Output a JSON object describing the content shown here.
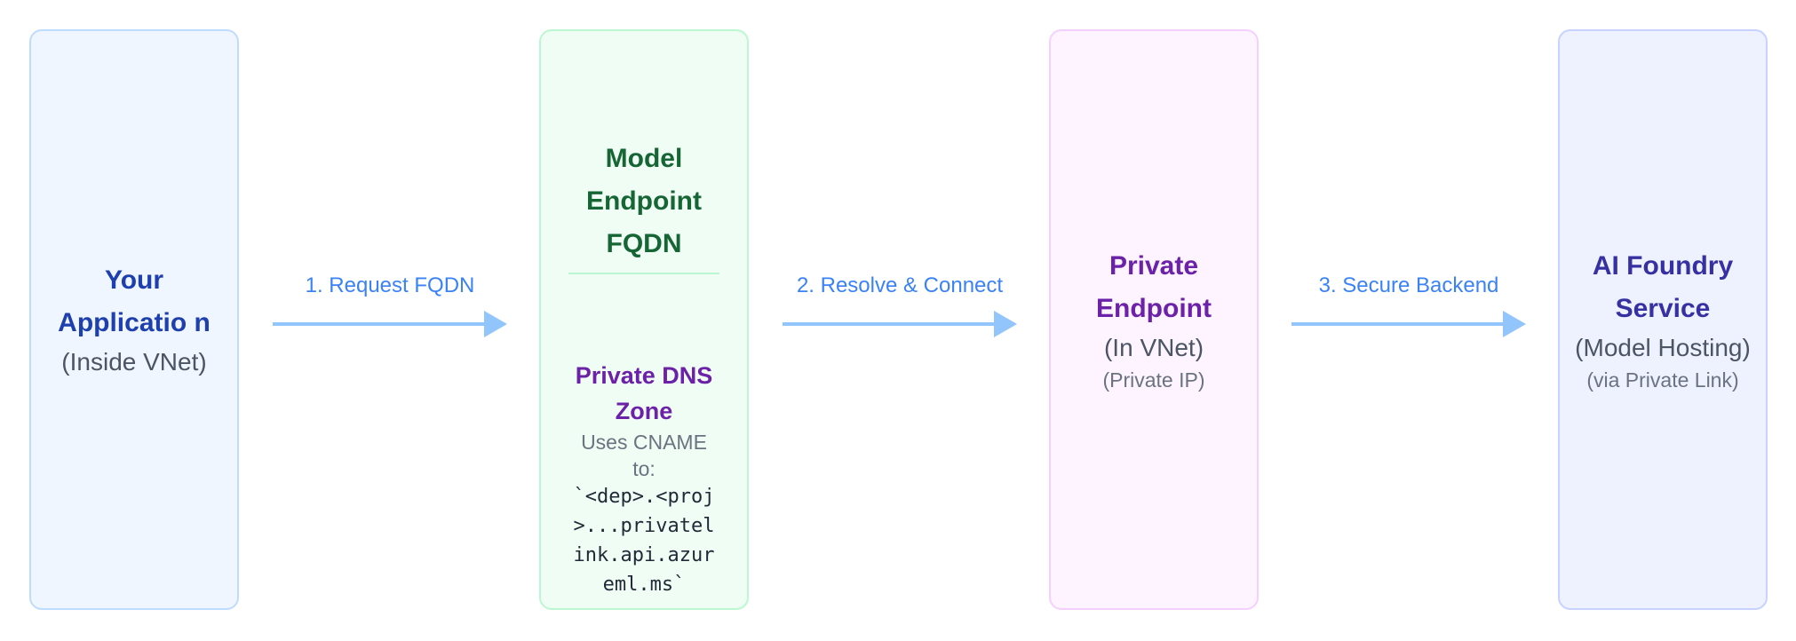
{
  "nodes": {
    "app": {
      "title": "Your Applicatio n",
      "sub": "(Inside VNet)"
    },
    "fqdn": {
      "title": "Model Endpoint FQDN",
      "dns_title": "Private DNS Zone",
      "dns_note": "Uses CNAME to:",
      "dns_target": "`<dep>.<proj>...privatelink.api.azureml.ms`"
    },
    "private_endpoint": {
      "title": "Private Endpoint",
      "sub": "(In VNet)",
      "note": "(Private IP)"
    },
    "ai_foundry": {
      "title": "AI Foundry Service",
      "sub": "(Model Hosting)",
      "note": "(via Private Link)"
    }
  },
  "edges": [
    {
      "label": "1. Request FQDN"
    },
    {
      "label": "2. Resolve & Connect"
    },
    {
      "label": "3. Secure Backend"
    }
  ],
  "colors": {
    "arrow": "#93c5fd",
    "edge_label": "#3b82f6"
  }
}
